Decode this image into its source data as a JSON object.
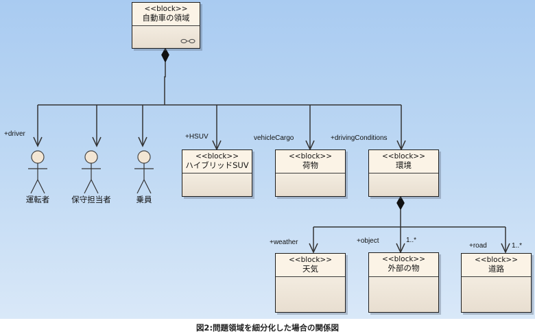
{
  "diagram": {
    "stereotype": "<<block>>",
    "root": {
      "name": "自動車の領域",
      "icon": "link-icon"
    },
    "actors": [
      {
        "name": "運転者",
        "role": "+driver"
      },
      {
        "name": "保守担当者",
        "role": ""
      },
      {
        "name": "乗員",
        "role": ""
      }
    ],
    "level1_blocks": [
      {
        "name": "ハイブリッドSUV",
        "role": "+HSUV",
        "multiplicity": ""
      },
      {
        "name": "荷物",
        "role": "vehicleCargo",
        "multiplicity": ""
      },
      {
        "name": "環境",
        "role": "+drivingConditions",
        "multiplicity": ""
      }
    ],
    "level2_blocks": [
      {
        "name": "天気",
        "role": "+weather",
        "multiplicity": ""
      },
      {
        "name": "外部の物",
        "role": "+object",
        "multiplicity": "1..*"
      },
      {
        "name": "道路",
        "role": "+road",
        "multiplicity": "1..*"
      }
    ],
    "relationship": "composition",
    "caption": "図2:問題領域を細分化した場合の関係図"
  },
  "colors": {
    "background_top": "#a9cbf1",
    "background_bottom": "#d9e8f8",
    "block_fill": "#f1e9dc",
    "block_header": "#fbf3e6",
    "line": "#333333"
  }
}
